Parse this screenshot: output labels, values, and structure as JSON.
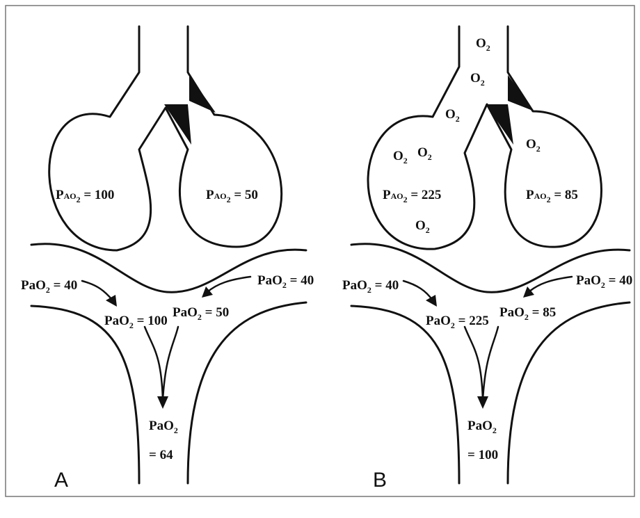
{
  "panelA": {
    "letter": "A",
    "alveolus_left": {
      "pre": "P",
      "sub1": "AO",
      "sub2": "2",
      "post": " = 100"
    },
    "alveolus_right": {
      "pre": "P",
      "sub1": "AO",
      "sub2": "2",
      "post": " = 50"
    },
    "venous_left": {
      "pre": "Pa",
      "sub2": "2",
      "mid": "O",
      "post": " = 40"
    },
    "venous_right": {
      "pre": "Pa",
      "sub2": "2",
      "mid": "O",
      "post": " = 40"
    },
    "capillary_left": {
      "pre": "Pa",
      "mid": "O",
      "sub2": "2",
      "post": " = 100"
    },
    "capillary_right": {
      "pre": "Pa",
      "mid": "O",
      "sub2": "2",
      "post": " = 50"
    },
    "mixed": {
      "pre": "Pa",
      "mid": "O",
      "sub2": "2",
      "post": "= 64"
    }
  },
  "panelB": {
    "letter": "B",
    "o2_label": {
      "main": "O",
      "sub": "2"
    },
    "alveolus_left": {
      "pre": "P",
      "sub1": "AO",
      "sub2": "2",
      "post": " = 225"
    },
    "alveolus_right": {
      "pre": "P",
      "sub1": "AO",
      "sub2": "2",
      "post": " = 85"
    },
    "venous_left": {
      "pre": "Pa",
      "sub2": "2",
      "mid": "O",
      "post": " = 40"
    },
    "venous_right": {
      "pre": "Pa",
      "sub2": "2",
      "mid": "O",
      "post": " = 40"
    },
    "capillary_left": {
      "pre": "Pa",
      "mid": "O",
      "sub2": "2",
      "post": " = 225"
    },
    "capillary_right": {
      "pre": "Pa",
      "mid": "O",
      "sub2": "2",
      "post": " = 85"
    },
    "mixed": {
      "pre": "Pa",
      "mid": "O",
      "sub2": "2",
      "post": "= 100"
    }
  }
}
